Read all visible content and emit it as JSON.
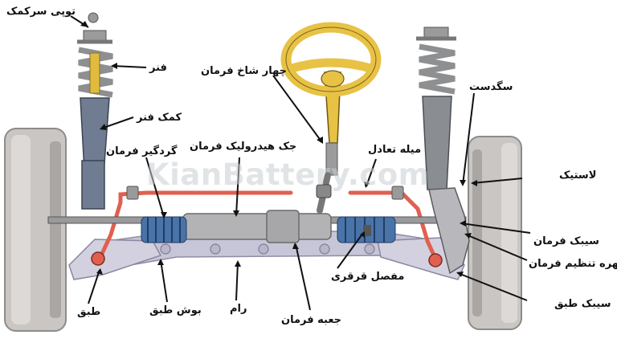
{
  "labels": {
    "strut_mount": "توپی سرکمک",
    "spring": "فنر",
    "shock_absorber": "کمک فنر",
    "steering_wheel_spokes": "چهار شاخ فرمان",
    "knuckle": "سگدست",
    "boot": "گردگیر فرمان",
    "hydraulic_rack": "جک هیدرولیک فرمان",
    "stabilizer_bar": "میله تعادل",
    "tire": "لاستیک",
    "tie_rod": "سیبک فرمان",
    "tie_rod_adjuster": "مهره تنظیم فرمان",
    "cardan_joint": "مفصل قرقری",
    "ball_joint": "سیبک طبق",
    "control_arm": "طبق",
    "arm_bushing": "بوش طبق",
    "subframe": "رام",
    "steering_box": "جعبه فرمان"
  },
  "watermark": "KianBattery.com",
  "colors": {
    "steering_wheel": "#e8c245",
    "spring": "#8d8f91",
    "boot": "#4a74a8",
    "stabilizer": "#e06050",
    "subframe": "#c7c5d8",
    "tire": "#c9c6c3"
  }
}
